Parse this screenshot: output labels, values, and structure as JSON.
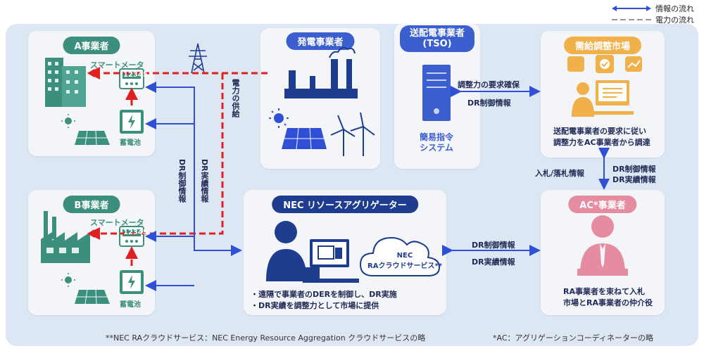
{
  "legend": {
    "info_flow": "情報の流れ",
    "power_flow": "電力の流れ"
  },
  "company_a": {
    "title": "A事業者",
    "meter": "スマートメータ",
    "meter_num": "12345",
    "battery": "蓄電池"
  },
  "company_b": {
    "title": "B事業者",
    "meter": "スマートメータ",
    "meter_num": "12345",
    "battery": "蓄電池"
  },
  "power_plant": {
    "title": "発電事業者"
  },
  "tso": {
    "title_line1": "送配電事業者",
    "title_line2": "(TSO)",
    "system_line1": "簡易指令",
    "system_line2": "システム"
  },
  "market": {
    "title": "需給調整市場",
    "desc_line1": "送配電事業者の要求に従い",
    "desc_line2": "調整力をAC事業者から調達"
  },
  "aggregator": {
    "title": "NEC リソースアグリゲーター",
    "cloud_line1": "NEC",
    "cloud_line2": "RAクラウドサービス**",
    "desc_line1": "・遠隔で事業者のDERを制御し、DR実施",
    "desc_line2": "・DR実績を調整力として市場に提供"
  },
  "ac": {
    "title": "AC*事業者",
    "desc_line1": "RA事業者を束ねて入札",
    "desc_line2": "市場とRA事業者の仲介役"
  },
  "labels": {
    "power_supply": "電力の供給",
    "dr_control": "DR制御情報",
    "dr_results": "DR実績情報",
    "tso_market_1": "調整力の要求確保",
    "tso_market_2": "DR制御情報",
    "bid": "入札/落札情報",
    "market_ac_1": "DR制御情報",
    "market_ac_2": "DR実績情報",
    "agg_ac_1": "DR制御情報",
    "agg_ac_2": "DR実績情報"
  },
  "footnotes": {
    "left": "**NEC RAクラウドサービス：NEC Energy Resource Aggregation クラウドサービスの略",
    "right": "*AC：アグリゲーションコーディネーターの略"
  },
  "colors": {
    "info": "#2f4fd6",
    "power": "#e02020",
    "green": "#3d8f7d",
    "navy": "#1e3d8f"
  }
}
